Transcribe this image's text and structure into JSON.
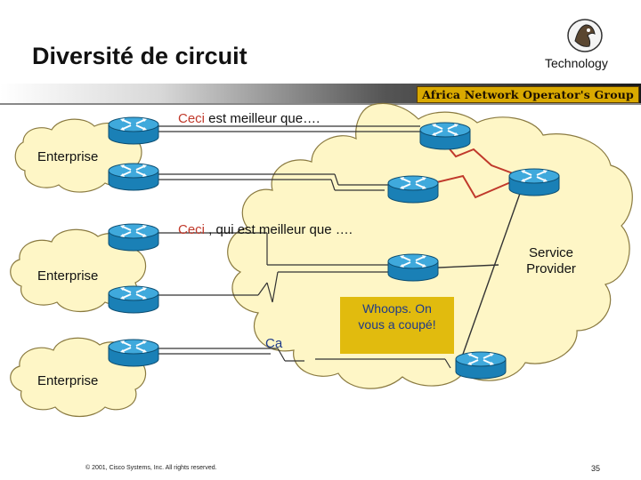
{
  "header": {
    "title": "Diversité de circuit",
    "subtitle": "Technology",
    "brand_banner": "Africa Network Operator's Group"
  },
  "diagram": {
    "enterprise_label": "Enterprise",
    "service_provider": [
      "Service",
      "Provider"
    ],
    "caption1_red": "Ceci",
    "caption1_rest": "  est meilleur que….",
    "caption2_red": "Ceci",
    "caption2_rest": " , qui est meilleur que ….",
    "callout": [
      "Whoops. On",
      "vous a coupé!"
    ],
    "cut_label": "Ca"
  },
  "footer": {
    "copyright": "© 2001, Cisco Systems, Inc. All rights reserved.",
    "page_number": "35"
  },
  "colors": {
    "cloud_fill": "#fef6c6",
    "router_body": "#1a80b6",
    "router_top": "#3fa9dc",
    "accent_red": "#c0392b",
    "callout_fill": "#e1bb0e",
    "callout_text": "#1e3a8a"
  },
  "icons": [
    "router-icon",
    "cloud-icon",
    "logo-icon"
  ]
}
